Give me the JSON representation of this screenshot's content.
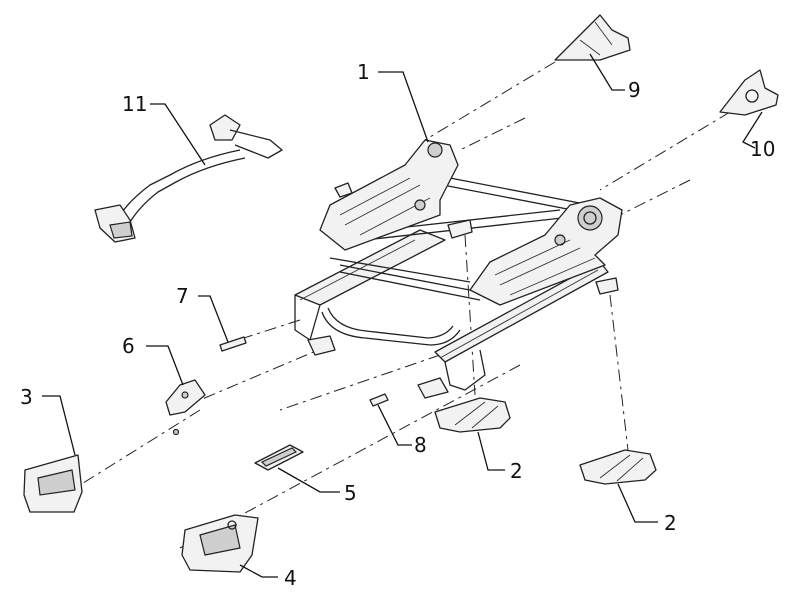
{
  "callouts": [
    {
      "id": "1",
      "text": "1"
    },
    {
      "id": "2a",
      "text": "2"
    },
    {
      "id": "2b",
      "text": "2"
    },
    {
      "id": "3",
      "text": "3"
    },
    {
      "id": "4",
      "text": "4"
    },
    {
      "id": "5",
      "text": "5"
    },
    {
      "id": "6",
      "text": "6"
    },
    {
      "id": "7",
      "text": "7"
    },
    {
      "id": "8",
      "text": "8"
    },
    {
      "id": "9",
      "text": "9"
    },
    {
      "id": "10",
      "text": "10"
    },
    {
      "id": "11",
      "text": "11"
    }
  ]
}
